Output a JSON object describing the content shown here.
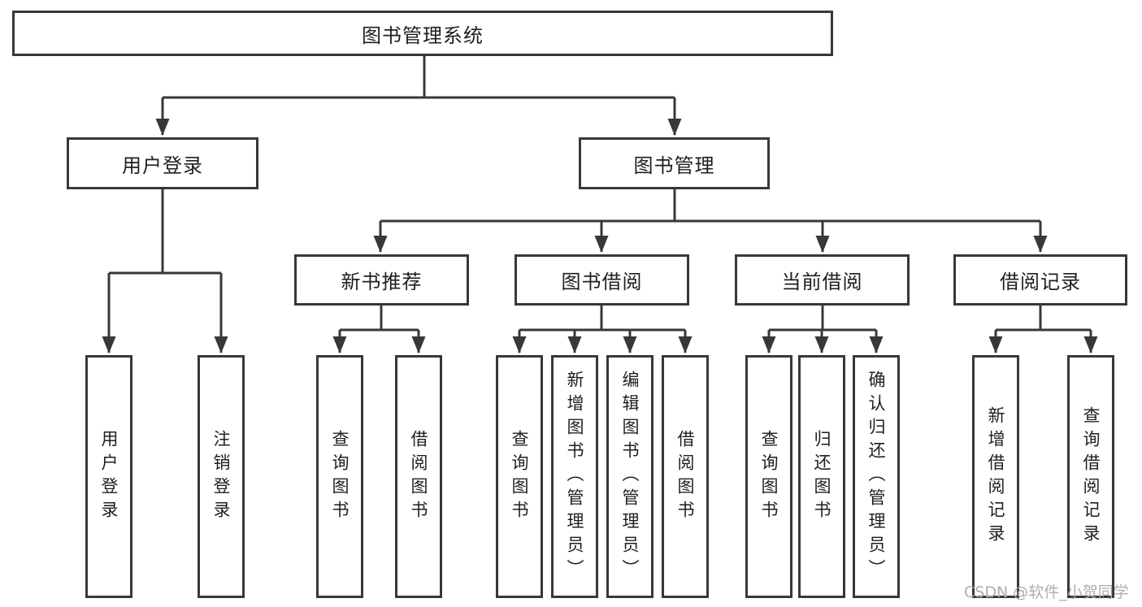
{
  "tree": {
    "root": "图书管理系统",
    "branches": [
      {
        "label": "用户登录",
        "children": [
          "用户登录",
          "注销登录"
        ]
      },
      {
        "label": "图书管理",
        "children": [
          {
            "label": "新书推荐",
            "children": [
              "查询图书",
              "借阅图书"
            ]
          },
          {
            "label": "图书借阅",
            "children": [
              "查询图书",
              "新增图书（管理员）",
              "编辑图书（管理员）",
              "借阅图书"
            ]
          },
          {
            "label": "当前借阅",
            "children": [
              "查询图书",
              "归还图书",
              "确认归还（管理员）"
            ]
          },
          {
            "label": "借阅记录",
            "children": [
              "新增借阅记录",
              "查询借阅记录"
            ]
          }
        ]
      }
    ]
  },
  "watermark": "CSDN @软件_小贺同学",
  "colors": {
    "line": "#383838",
    "text": "#1f1f1f",
    "watermark": "#aeaeb2",
    "background": "#ffffff"
  }
}
